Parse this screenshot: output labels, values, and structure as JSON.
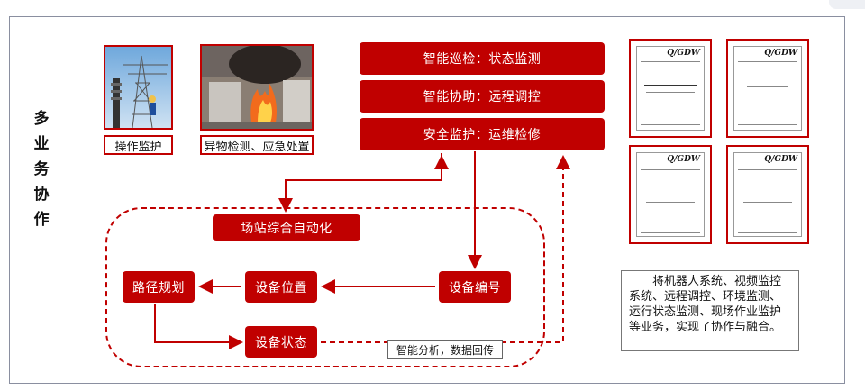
{
  "side_title": [
    "多",
    "业",
    "务",
    "协",
    "作"
  ],
  "photos": [
    {
      "caption": "操作监护"
    },
    {
      "caption": "异物检测、应急处置"
    }
  ],
  "functions": [
    "智能巡检：状态监测",
    "智能协助：远程调控",
    "安全监护：运维检修"
  ],
  "station": {
    "title": "场站综合自动化",
    "route": "路径规划",
    "position": "设备位置",
    "number": "设备编号",
    "status": "设备状态"
  },
  "note": "智能分析，数据回传",
  "standards": [
    {
      "code": "Q/GDW"
    },
    {
      "code": "Q/GDW"
    },
    {
      "code": "Q/GDW"
    },
    {
      "code": "Q/GDW"
    }
  ],
  "summary": "将机器人系统、视频监控系统、远程调控、环境监测、运行状态监测、现场作业监护等业务，实现了协作与融合。",
  "colors": {
    "accent": "#c00000"
  }
}
